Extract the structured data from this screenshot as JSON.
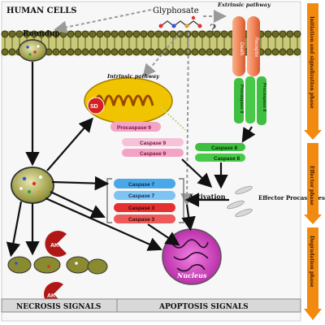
{
  "header": {
    "title": "HUMAN CELLS",
    "glyphosate": "Glyphosate",
    "roundup": "Roundup",
    "question_mark": "?"
  },
  "pathways": {
    "extrinsic": "Extrinsic pathway",
    "intrinsic": "Intrinsic pathway"
  },
  "receptor": {
    "death_ligand": "Death",
    "receptor_label": "Receptor",
    "procaspase_8_a": "Procaspase 8",
    "procaspase_8_b": "Procaspase 8"
  },
  "mitochondrion": {
    "sd": "SD"
  },
  "caspases": {
    "procaspase_9": "Procaspase 9",
    "caspase_9_a": "Caspase 9",
    "caspase_9_b": "Caspase 9",
    "caspase_8_a": "Caspase 8",
    "caspase_8_b": "Caspase 8",
    "caspase_7_a": "Caspase 7",
    "caspase_7_b": "Caspase 7",
    "caspase_3_a": "Caspase 3",
    "caspase_3_b": "Caspase 3"
  },
  "labels": {
    "activation": "Activation",
    "effector_procaspases": "Effector Procaspases",
    "nucleus": "Nucleus",
    "ak_1": "AK",
    "ak_2": "AK"
  },
  "footer": {
    "necrosis": "NECROSIS SIGNALS",
    "apoptosis": "APOPTOSIS SIGNALS"
  },
  "phases": [
    {
      "label": "Initiation and signalization phase"
    },
    {
      "label": "Effector phase"
    },
    {
      "label": "Degradation phase"
    }
  ],
  "colors": {
    "membrane": "#7a7a2e",
    "mitochondrion": "#f0c400",
    "receptor": "#f2865a",
    "procaspase_8": "#3fbf3f",
    "caspase_9": "#f3a4c4",
    "caspase_7": "#4aa8e8",
    "caspase_3": "#e53030",
    "nucleus": "#c036a8",
    "phase_arrow": "#f38a10"
  }
}
